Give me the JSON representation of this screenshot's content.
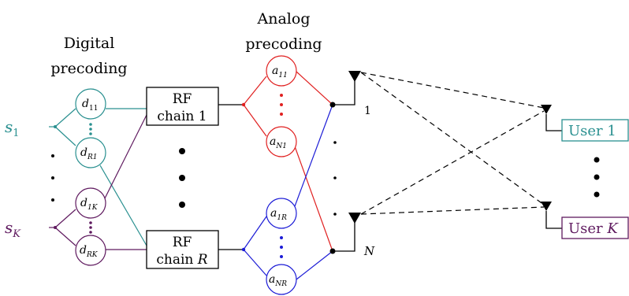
{
  "colors": {
    "teal": "#2a9090",
    "purple": "#5f1a5f",
    "red": "#e02020",
    "blue": "#1c1cd6",
    "black": "#000000"
  },
  "headings": {
    "digital_line1": "Digital",
    "digital_line2": "precoding",
    "analog_line1": "Analog",
    "analog_line2": "precoding"
  },
  "inputs": {
    "s1": {
      "base": "s",
      "sub": "1"
    },
    "sK": {
      "base": "s",
      "sub": "K"
    }
  },
  "digital_nodes": {
    "d11": {
      "base": "d",
      "sub": "11"
    },
    "dR1": {
      "base": "d",
      "sub": "R1"
    },
    "d1K": {
      "base": "d",
      "sub": "1K"
    },
    "dRK": {
      "base": "d",
      "sub": "RK"
    }
  },
  "rf_chains": {
    "chain1_line1": "RF",
    "chain1_line2_text": "chain 1",
    "chainR_line1": "RF",
    "chainR_line2_text": "chain ",
    "chainR_line2_var": "R"
  },
  "analog_nodes": {
    "a11": {
      "base": "a",
      "sub": "11"
    },
    "aN1": {
      "base": "a",
      "sub": "N1"
    },
    "a1R": {
      "base": "a",
      "sub": "1R"
    },
    "aNR": {
      "base": "a",
      "sub": "NR"
    }
  },
  "antennas": {
    "top_label": "1",
    "bottom_label": "N"
  },
  "users": {
    "user1_text": "User 1",
    "userK_text": "User ",
    "userK_var": "K"
  }
}
